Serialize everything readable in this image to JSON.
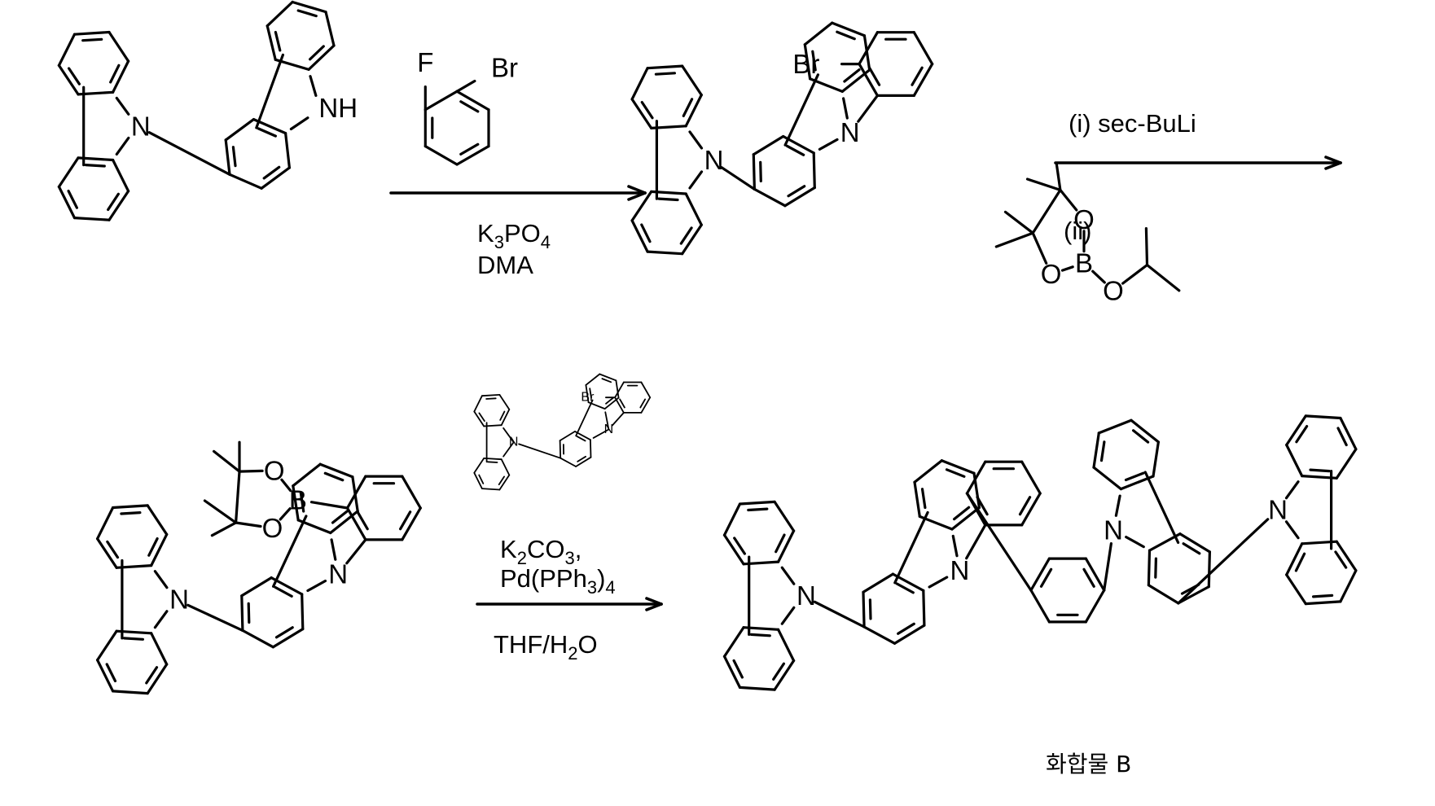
{
  "atoms": {
    "N": "N",
    "NH": "NH",
    "F": "F",
    "Br": "Br",
    "O": "O",
    "B": "B"
  },
  "reagents": {
    "step1_base": "K",
    "step1_base_sub1": "3",
    "step1_base_rest": "PO",
    "step1_base_sub2": "4",
    "step1_solvent": "DMA",
    "step2_i": "(i) sec-BuLi",
    "step2_ii": "(ii)",
    "step3_base_K": "K",
    "step3_base_sub1": "2",
    "step3_base_CO": "CO",
    "step3_base_sub2": "3",
    "step3_base_comma": ",",
    "step3_cat_main": "Pd(PPh",
    "step3_cat_sub": "3",
    "step3_cat_close": ")",
    "step3_cat_sub2": "4",
    "step3_solvent_main": "THF/H",
    "step3_solvent_sub": "2",
    "step3_solvent_end": "O"
  },
  "product_label": "화합물 B"
}
